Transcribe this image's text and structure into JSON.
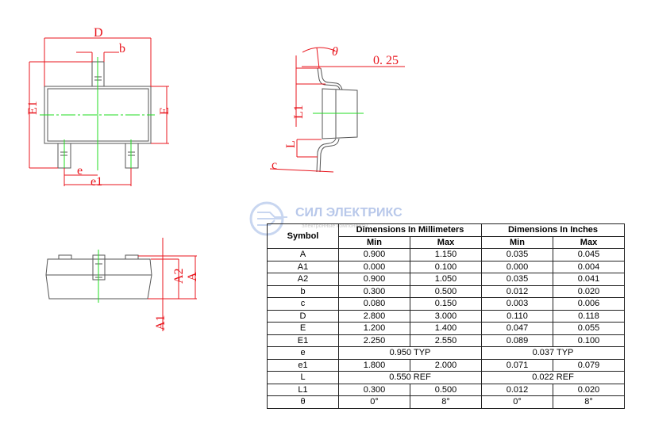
{
  "watermark": {
    "title": "СИЛ ЭЛЕКТРИКС",
    "subtitle": "электронные компоненты"
  },
  "drawing_labels": {
    "D": "D",
    "b": "b",
    "E1": "E1",
    "E": "E",
    "e": "e",
    "e1": "e1",
    "theta": "θ",
    "gauge": "0. 25",
    "L1": "L1",
    "L": "L",
    "c": "c",
    "A": "A",
    "A2": "A2",
    "A1": "A1"
  },
  "table": {
    "symbol_header": "Symbol",
    "mm_header": "Dimensions In Millimeters",
    "in_header": "Dimensions In Inches",
    "min": "Min",
    "max": "Max",
    "rows": [
      {
        "s": "A",
        "v": [
          "0.900",
          "1.150",
          "0.035",
          "0.045"
        ]
      },
      {
        "s": "A1",
        "v": [
          "0.000",
          "0.100",
          "0.000",
          "0.004"
        ]
      },
      {
        "s": "A2",
        "v": [
          "0.900",
          "1.050",
          "0.035",
          "0.041"
        ]
      },
      {
        "s": "b",
        "v": [
          "0.300",
          "0.500",
          "0.012",
          "0.020"
        ]
      },
      {
        "s": "c",
        "v": [
          "0.080",
          "0.150",
          "0.003",
          "0.006"
        ]
      },
      {
        "s": "D",
        "v": [
          "2.800",
          "3.000",
          "0.110",
          "0.118"
        ]
      },
      {
        "s": "E",
        "v": [
          "1.200",
          "1.400",
          "0.047",
          "0.055"
        ]
      },
      {
        "s": "E1",
        "v": [
          "2.250",
          "2.550",
          "0.089",
          "0.100"
        ]
      },
      {
        "s": "e",
        "span": [
          "0.950 TYP",
          "0.037 TYP"
        ]
      },
      {
        "s": "e1",
        "v": [
          "1.800",
          "2.000",
          "0.071",
          "0.079"
        ]
      },
      {
        "s": "L",
        "span": [
          "0.550 REF",
          "0.022 REF"
        ]
      },
      {
        "s": "L1",
        "v": [
          "0.300",
          "0.500",
          "0.012",
          "0.020"
        ]
      },
      {
        "s": "θ",
        "v": [
          "0°",
          "8°",
          "0°",
          "8°"
        ]
      }
    ]
  }
}
